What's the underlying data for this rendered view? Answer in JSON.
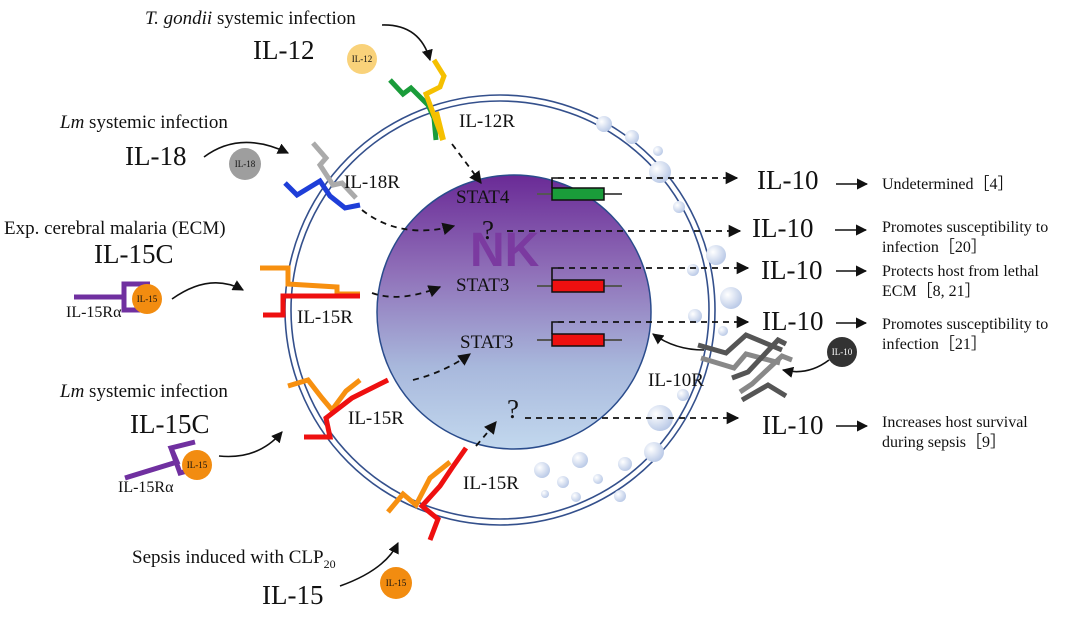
{
  "colors": {
    "il12": "#f9d27a",
    "il18": "#9e9e9e",
    "il15": "#f28c10",
    "il10": "#333333",
    "green": "#1a9c3a",
    "yellow": "#f5c000",
    "gray": "#aaaaaa",
    "blue": "#1e3ed8",
    "orange": "#f79010",
    "red": "#ee1010",
    "purple": "#7030a0",
    "nk_text": "#7b3aa0",
    "membrane": "#34508c"
  },
  "nk_label": "NK",
  "inputs": [
    {
      "context_italic": "T. gondii",
      "context": " systemic infection",
      "cytokine": "IL-12",
      "ball": "IL-12"
    },
    {
      "context_italic": "Lm",
      "context": " systemic infection",
      "cytokine": "IL-18",
      "ball": "IL-18"
    },
    {
      "context_italic": "",
      "context": "Exp. cerebral malaria (ECM)",
      "cytokine": "IL-15C",
      "ball": "IL-15",
      "receptor_alpha": "IL-15Rα"
    },
    {
      "context_italic": "Lm",
      "context": " systemic infection",
      "cytokine": "IL-15C",
      "ball": "IL-15",
      "receptor_alpha": "IL-15Rα"
    },
    {
      "context_italic": "",
      "context": "Sepsis induced with CLP",
      "context_sub": "20",
      "cytokine": "IL-15",
      "ball": "IL-15"
    }
  ],
  "receptors": {
    "il12r": "IL-12R",
    "il18r": "IL-18R",
    "il15r_1": "IL-15R",
    "il15r_2": "IL-15R",
    "il15r_3": "IL-15R",
    "il10r": "IL-10R"
  },
  "il10_ball": "IL-10",
  "nodes": {
    "stat4": "STAT4",
    "q1": "?",
    "stat3_1": "STAT3",
    "stat3_2": "STAT3",
    "q2": "?"
  },
  "outputs": [
    {
      "cytokine": "IL-10",
      "line1": "Undetermined［4］",
      "line2": ""
    },
    {
      "cytokine": "IL-10",
      "line1": "Promotes susceptibility to",
      "line2": "infection［20］"
    },
    {
      "cytokine": "IL-10",
      "line1": "Protects host from lethal",
      "line2": "ECM［8, 21］"
    },
    {
      "cytokine": "IL-10",
      "line1": "Promotes susceptibility to",
      "line2": "infection［21］"
    },
    {
      "cytokine": "IL-10",
      "line1": "Increases host survival",
      "line2": "during sepsis［9］"
    }
  ]
}
